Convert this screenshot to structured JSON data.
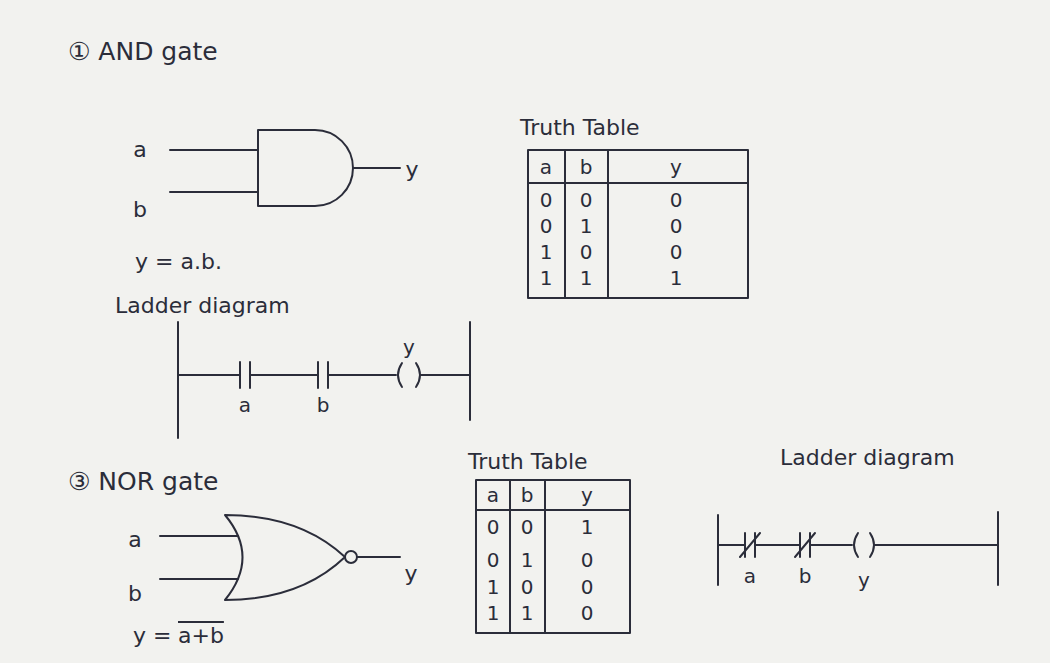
{
  "diagram": {
    "labels": [
      "① AND gate",
      "a",
      "b",
      "y",
      "y = a.b.",
      "Truth Table",
      "a",
      "b",
      "y",
      "0",
      "0",
      "0",
      "0",
      "1",
      "0",
      "1",
      "0",
      "0",
      "1",
      "1",
      "1",
      "Ladder diagram",
      "a",
      "b",
      "y",
      "③ NOR gate",
      "Truth Table",
      "Ladder diagram",
      "a",
      "b",
      "y",
      "y =",
      "a+b",
      "a",
      "b",
      "y",
      "0",
      "0",
      "1",
      "0",
      "1",
      "0",
      "1",
      "0",
      "0",
      "1",
      "1",
      "0",
      "a",
      "b",
      "y"
    ]
  }
}
